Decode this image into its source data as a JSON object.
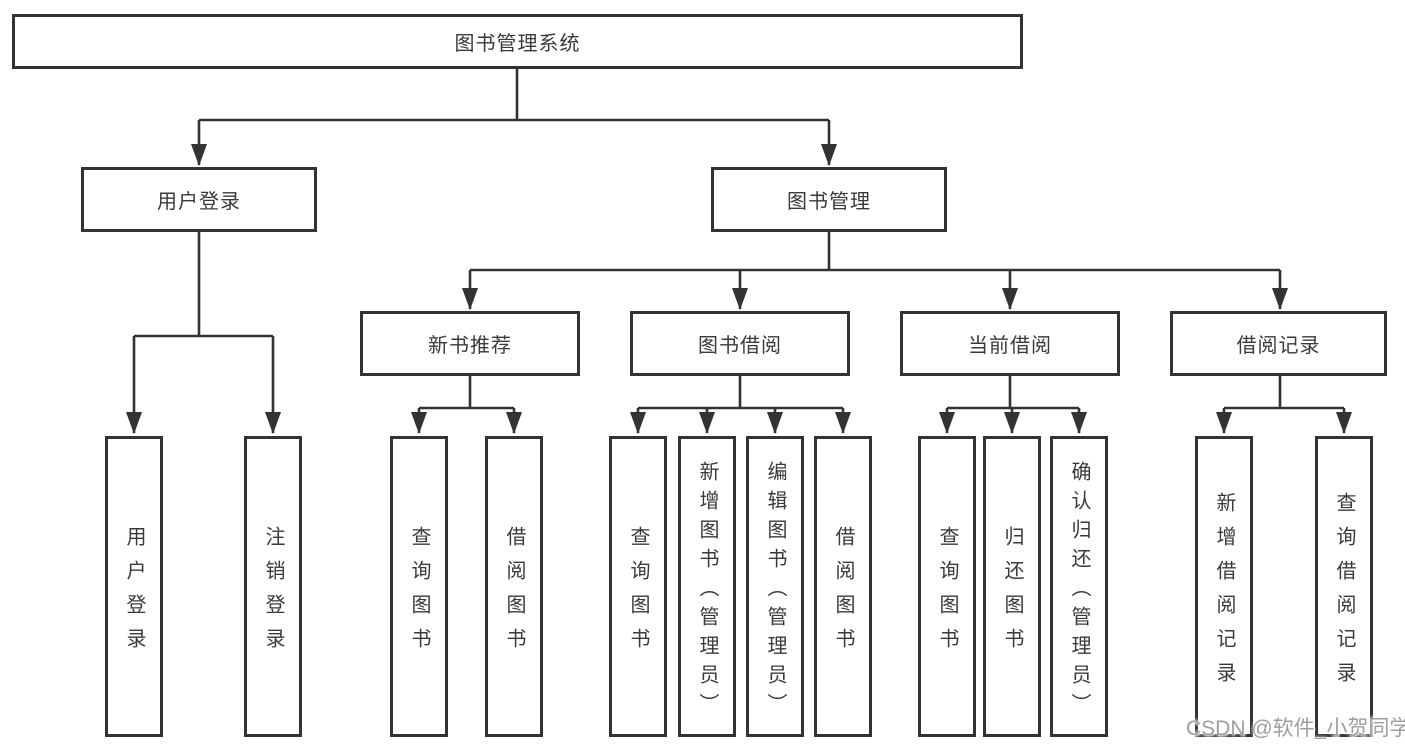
{
  "colors": {
    "line": "#333333",
    "box_border": "#333333",
    "box_fill": "#ffffff",
    "text": "#3a3a3a",
    "watermark": "#9f9f9f",
    "background": "#ffffff"
  },
  "watermark": {
    "text": "CSDN @软件_小贺同学"
  },
  "tree": {
    "root": {
      "label": "图书管理系统"
    },
    "login_branch": {
      "label": "用户登录",
      "children": [
        {
          "label": "用户登录"
        },
        {
          "label": "注销登录"
        }
      ]
    },
    "mgmt_branch": {
      "label": "图书管理",
      "groups": [
        {
          "label": "新书推荐",
          "children": [
            {
              "label": "查询图书"
            },
            {
              "label": "借阅图书"
            }
          ]
        },
        {
          "label": "图书借阅",
          "children": [
            {
              "label": "查询图书"
            },
            {
              "label": "新增图书（管理员）"
            },
            {
              "label": "编辑图书（管理员）"
            },
            {
              "label": "借阅图书"
            }
          ]
        },
        {
          "label": "当前借阅",
          "children": [
            {
              "label": "查询图书"
            },
            {
              "label": "归还图书"
            },
            {
              "label": "确认归还（管理员）"
            }
          ]
        },
        {
          "label": "借阅记录",
          "children": [
            {
              "label": "新增借阅记录"
            },
            {
              "label": "查询借阅记录"
            }
          ]
        }
      ]
    }
  }
}
